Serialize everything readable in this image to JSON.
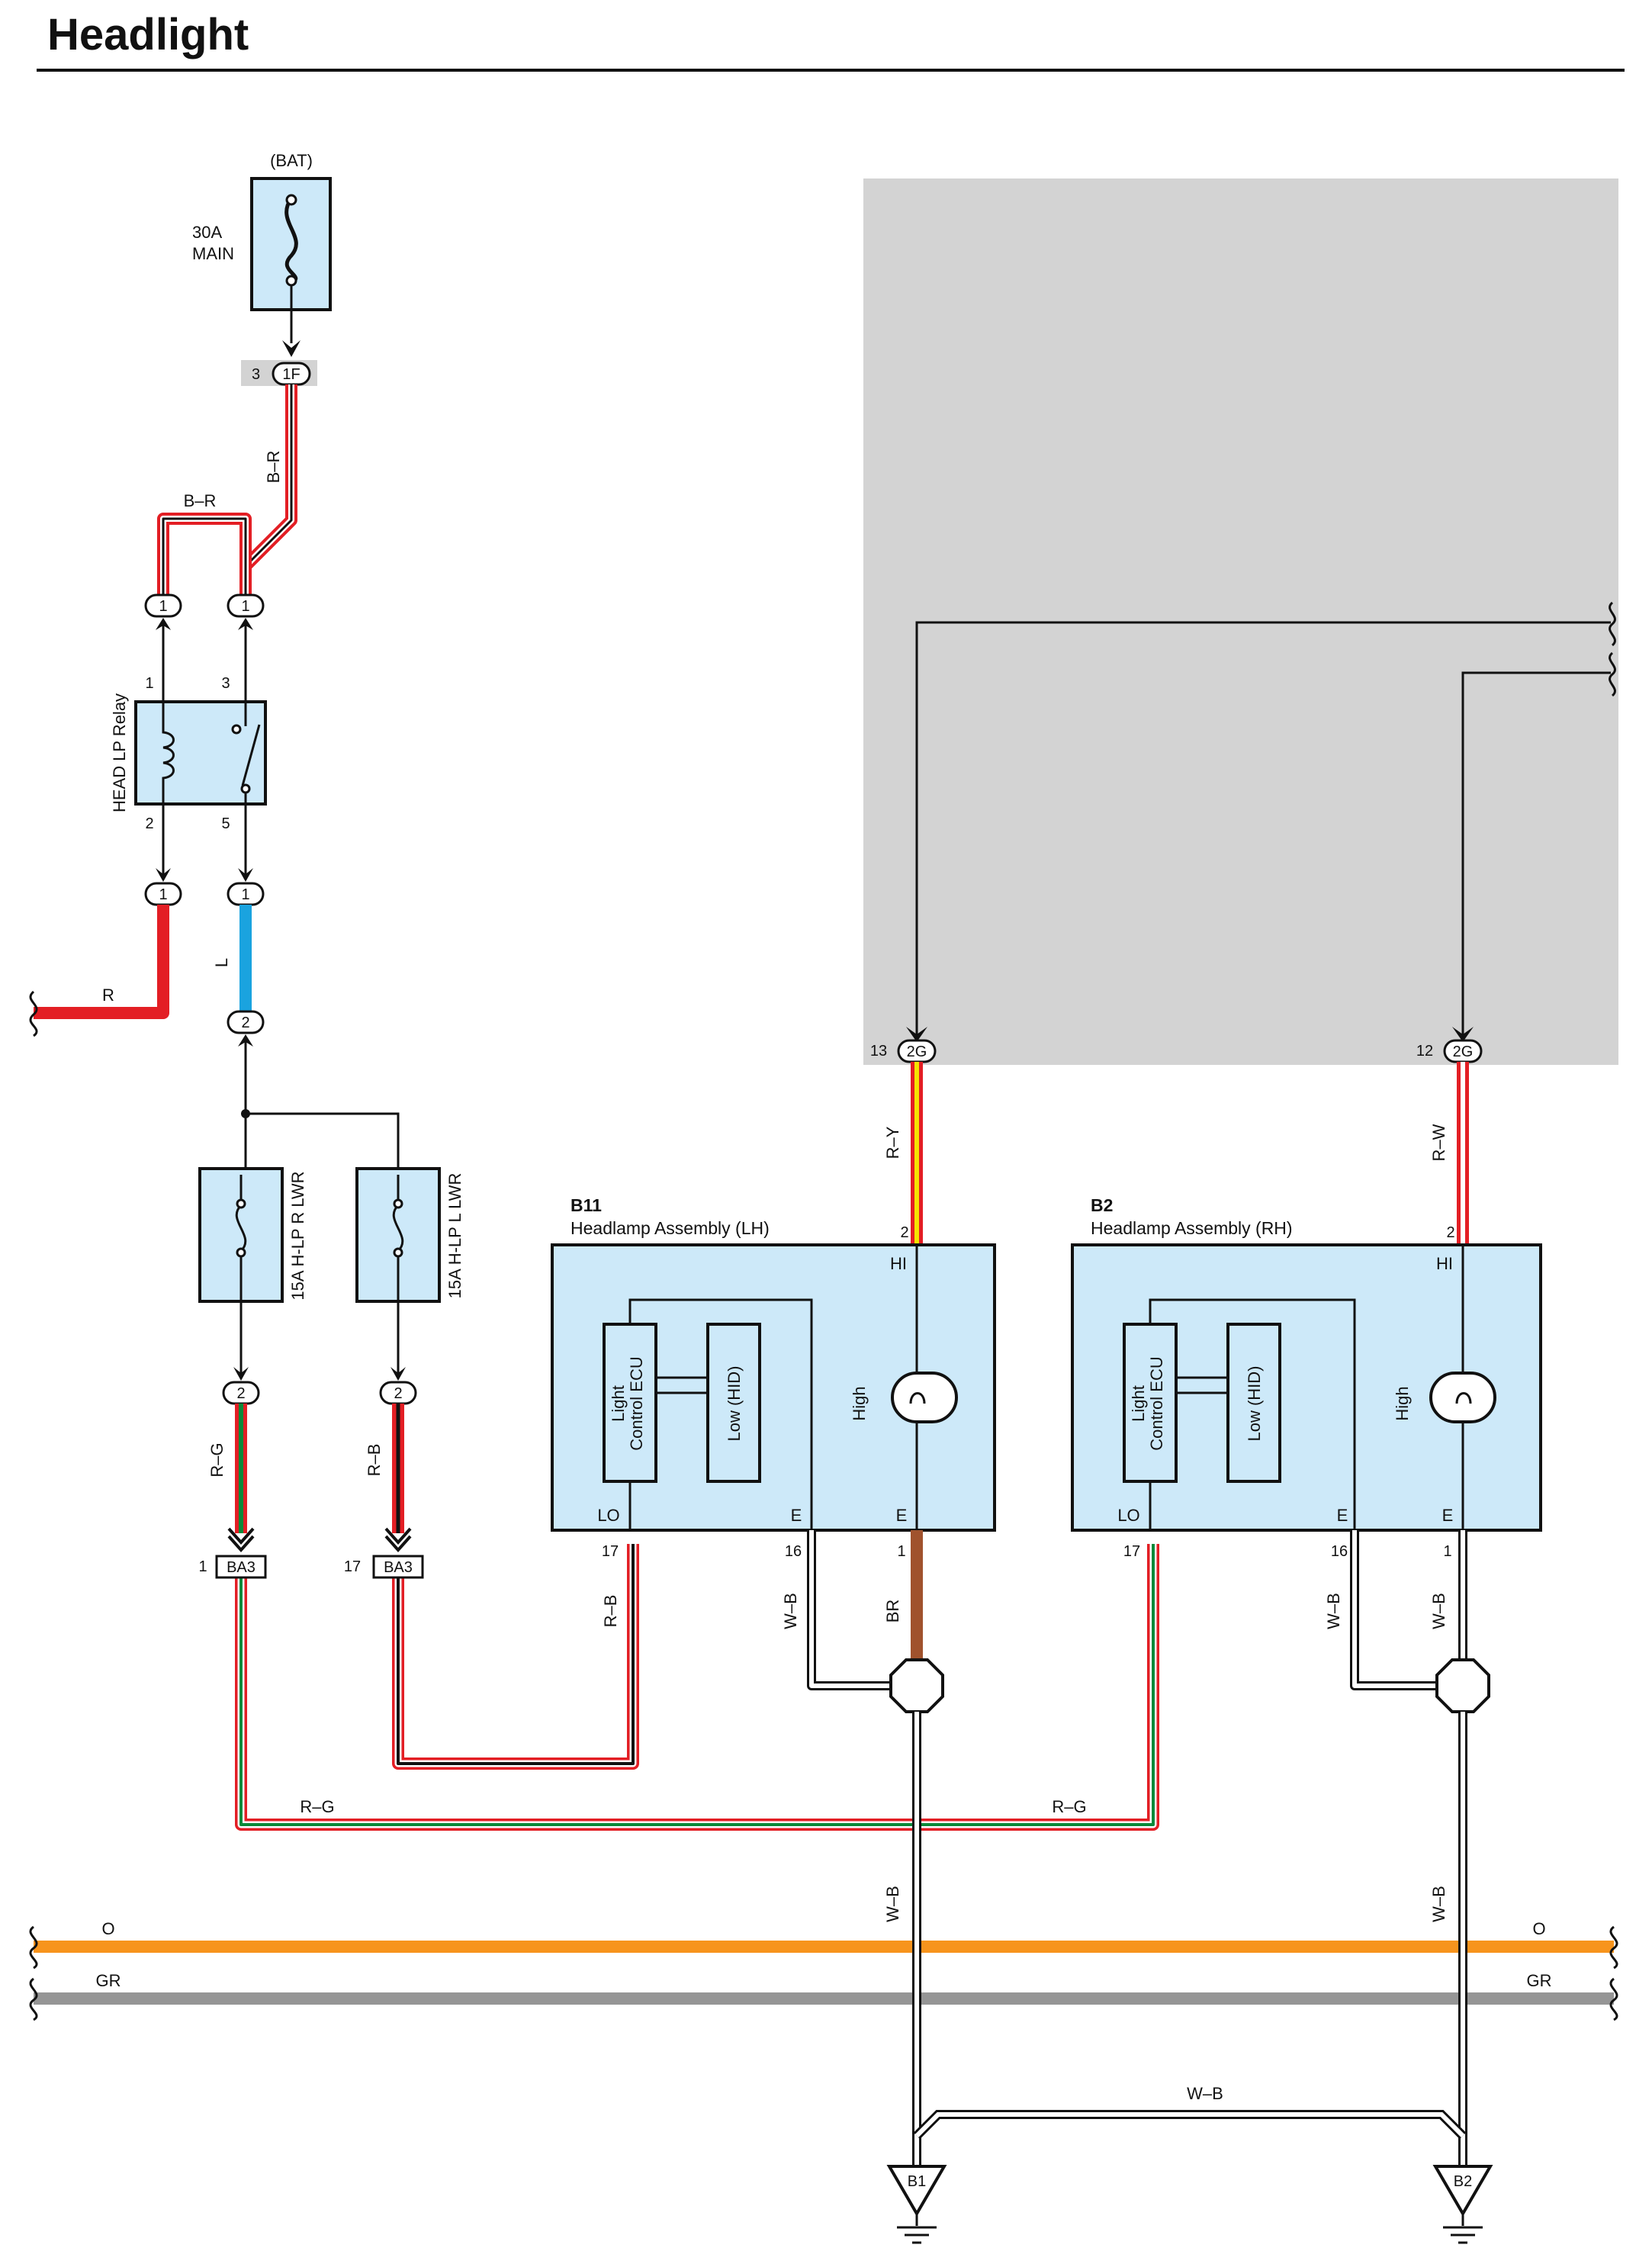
{
  "title": "Headlight",
  "bat": {
    "label": "(BAT)",
    "fuse_amp": "30A",
    "fuse_name": "MAIN"
  },
  "relay": {
    "name": "HEAD LP Relay",
    "pin1": "1",
    "pin2": "2",
    "pin3": "3",
    "pin5": "5"
  },
  "connectors": {
    "c1f_pin": "3",
    "c1f": "1F",
    "one": "1",
    "two": "2",
    "g2g": "2G",
    "g2g_left_pin": "13",
    "g2g_right_pin": "12",
    "ba3": "BA3",
    "ba3_left_pin": "1",
    "ba3_right_pin": "17"
  },
  "fuses": {
    "left": "15A H-LP R LWR",
    "right": "15A H-LP L LWR"
  },
  "assemblies": {
    "lh": {
      "code": "B11",
      "name": "Headlamp Assembly (LH)",
      "hi_pin": "2",
      "hi": "HI",
      "lo": "LO",
      "e": "E",
      "pin17": "17",
      "pin16": "16",
      "pin1": "1"
    },
    "rh": {
      "code": "B2",
      "name": "Headlamp Assembly (RH)",
      "hi_pin": "2",
      "hi": "HI",
      "lo": "LO",
      "e": "E",
      "pin17": "17",
      "pin16": "16",
      "pin1": "1"
    },
    "ecu": [
      "Light",
      "Control ECU"
    ],
    "low": "Low (HID)",
    "high": "High"
  },
  "wires": {
    "br_top": "B–R",
    "br_side": "B–R",
    "r": "R",
    "l": "L",
    "rg": "R–G",
    "rb": "R–B",
    "ry": "R–Y",
    "rw": "R–W",
    "wb": "W–B",
    "br": "BR",
    "o": "O",
    "gr": "GR"
  },
  "grounds": {
    "left": "B1",
    "right": "B2"
  },
  "colors": {
    "red": "#e31e24",
    "blue": "#1aa3df",
    "orange": "#f7941d",
    "gray": "#959595",
    "brown": "#a0522d",
    "yellow": "#f5e300",
    "green": "#0a8a3a",
    "box": "#cde9f9",
    "panel": "#d3d3d3"
  }
}
